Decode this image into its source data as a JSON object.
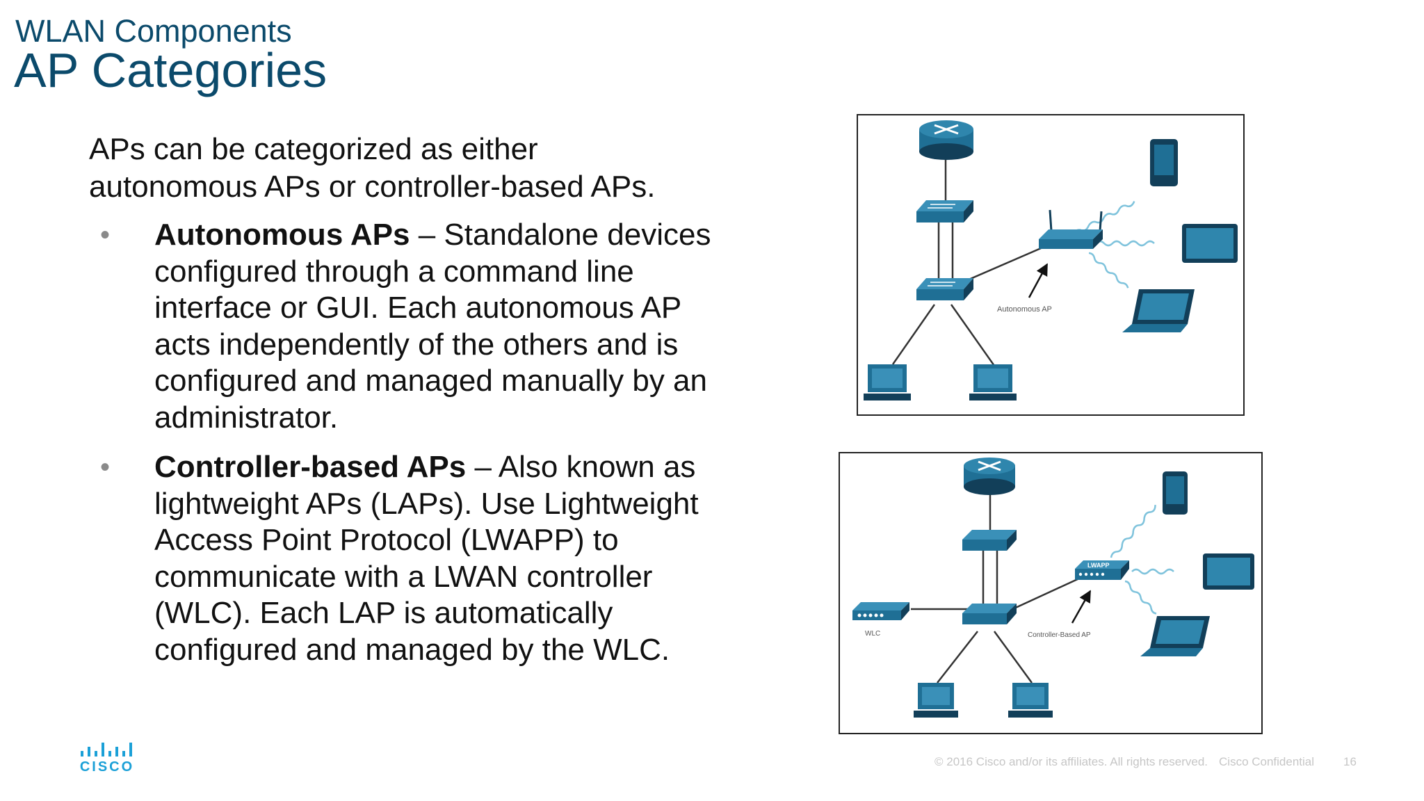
{
  "header": {
    "subtitle": "WLAN Components",
    "title": "AP Categories"
  },
  "intro": "APs can be categorized as either autonomous APs or controller-based APs.",
  "bullets": [
    {
      "term": "Autonomous APs",
      "text": " – Standalone devices configured through a command line interface or GUI. Each autonomous AP acts independently of the others and is configured and managed manually by an administrator."
    },
    {
      "term": "Controller-based APs",
      "text": " – Also known as lightweight APs (LAPs). Use Lightweight Access Point Protocol (LWAPP) to communicate with a LWAN controller (WLC). Each LAP is automatically configured and managed by the WLC."
    }
  ],
  "bullet_glyph": "•",
  "diagrams": {
    "autonomous": {
      "ap_label": "Autonomous AP"
    },
    "controller": {
      "ap_label": "Controller-Based AP",
      "ap_badge": "LWAPP",
      "wlc_label": "WLC"
    }
  },
  "footer": {
    "copyright": "© 2016 Cisco and/or its affiliates. All rights reserved.",
    "confidential": "Cisco Confidential",
    "page": "16"
  },
  "logo": {
    "text": "CISCO"
  },
  "colors": {
    "title": "#0b4a6b",
    "device": "#1f6f95",
    "device_dark": "#123f59",
    "logo": "#1ba0d7"
  }
}
